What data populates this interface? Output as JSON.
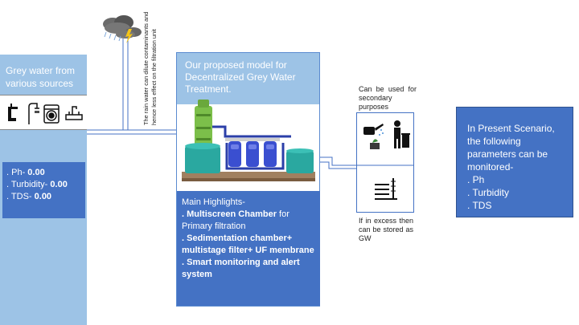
{
  "left_panel": {
    "title": "Grey water from various sources",
    "params": [
      {
        "label": ". Ph- ",
        "value": "0.00"
      },
      {
        "label": ". Turbidity- ",
        "value": "0.00"
      },
      {
        "label": ". TDS-  ",
        "value": "0.00"
      }
    ]
  },
  "rain_note": "The rain water can dilute  contaminants and hence less effect on the filtration unit",
  "center_panel": {
    "title": "Our proposed model for Decentralized Grey Water Treatment.",
    "highlights_heading": " Main Highlights-",
    "highlights": [
      {
        "bold": ". Multiscreen Chamber",
        "rest": " for Primary filtration"
      },
      {
        "bold": ". Sedimentation chamber+ multistage filter+ UF membrane",
        "rest": ""
      },
      {
        "bold": ". Smart monitoring and alert system",
        "rest": ""
      }
    ]
  },
  "secondary_use_text": "Can be used for secondary purposes",
  "excess_text": "If in excess then can be stored as GW",
  "right_panel": {
    "lines": [
      "In Present Scenario, the following parameters can be monitored-",
      ". Ph",
      ". Turbidity",
      ". TDS"
    ]
  },
  "icons": {
    "sources": [
      "faucet-icon",
      "shower-icon",
      "washing-machine-icon",
      "sink-icon"
    ],
    "weather": "storm-cloud-icon",
    "use": [
      "watering-can-icon",
      "person-with-bin-icon"
    ],
    "storage": "groundwater-icon"
  },
  "colors": {
    "light_blue": "#9dc3e6",
    "mid_blue": "#4472c4"
  }
}
